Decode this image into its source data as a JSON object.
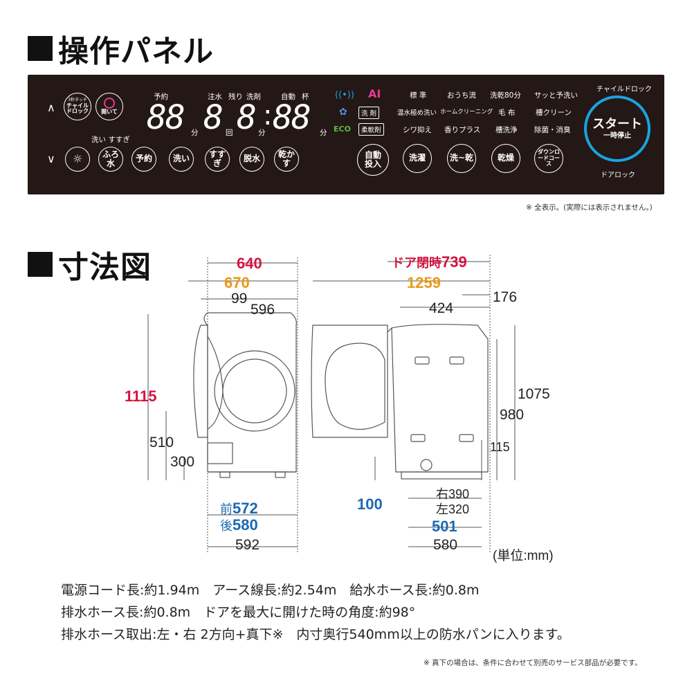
{
  "sections": {
    "panel_title": "操作パネル",
    "dims_title": "寸法図"
  },
  "panel": {
    "chevron_up": "∧",
    "chevron_down": "∨",
    "childlock_touch": "3秒タッチ",
    "childlock_btn": "チャイルドロック",
    "open_btn": "開いて",
    "wash_rinse_label": "洗い すすぎ",
    "display_labels": {
      "yoyaku": "予約",
      "chusui": "注水",
      "nokori": "残り",
      "senzai": "洗剤",
      "jidou": "自動",
      "hai": "杯"
    },
    "segments": {
      "g1": "88",
      "g2": "8",
      "g3": "8",
      "g4": "88"
    },
    "units": {
      "fun1": "分",
      "kai": "回",
      "fun2": "分",
      "fun3": "分"
    },
    "buttons_row": [
      "ふろ水",
      "予約",
      "洗い",
      "すすぎ",
      "脱水",
      "乾かす"
    ],
    "ai": "AI",
    "eco": "ECO",
    "tag_senzai": "洗 剤",
    "tag_junanzai": "柔軟剤",
    "auto_btn": "自動投入",
    "course_grid": [
      [
        "標 準",
        "おうち流",
        "洗乾80分",
        "サッと予洗い"
      ],
      [
        "温水極め洗い",
        "ホームクリーニング",
        "毛 布",
        "槽クリーン"
      ],
      [
        "シワ抑え",
        "香りプラス",
        "槽洗浄",
        "除菌・消臭"
      ]
    ],
    "course_btns": [
      "洗濯",
      "洗~乾",
      "乾燥",
      "ダウンロードコース"
    ],
    "child_lock_label": "チャイルドロック",
    "start_main": "スタート",
    "start_sub": "一時停止",
    "door_lock_label": "ドアロック",
    "note": "※ 全表示。(実際には表示されません。)"
  },
  "dims": {
    "d640": "640",
    "d670": "670",
    "d99": "99",
    "d596": "596",
    "d1115": "1115",
    "d510": "510",
    "d300": "300",
    "front_label": "前",
    "front_val": "572",
    "back_label": "後",
    "back_val": "580",
    "d592": "592",
    "door_label": "ドア閉時",
    "door_val": "739",
    "d1259": "1259",
    "d424": "424",
    "d176": "176",
    "d1075": "1075",
    "d980": "980",
    "d115": "115",
    "d100": "100",
    "right390": "右390",
    "left320": "左320",
    "d501": "501",
    "d580": "580",
    "unit": "(単位:mm)"
  },
  "specs": [
    "電源コード長:約1.94m　アース線長:約2.54m　給水ホース長:約0.8m",
    "排水ホース長:約0.8m　ドアを最大に開けた時の角度:約98°",
    "排水ホース取出:左・右 2方向+真下※　内寸奥行540mm以上の防水パンに入ります。"
  ],
  "footnote": "※ 真下の場合は、条件に合わせて別売のサービス部品が必要です。",
  "colors": {
    "panel_bg": "#231815",
    "red": "#d5123e",
    "orange": "#e99a12",
    "blue": "#1a69b3",
    "start_ring": "#1aa3e0",
    "ai_pink": "#e23d8f"
  }
}
